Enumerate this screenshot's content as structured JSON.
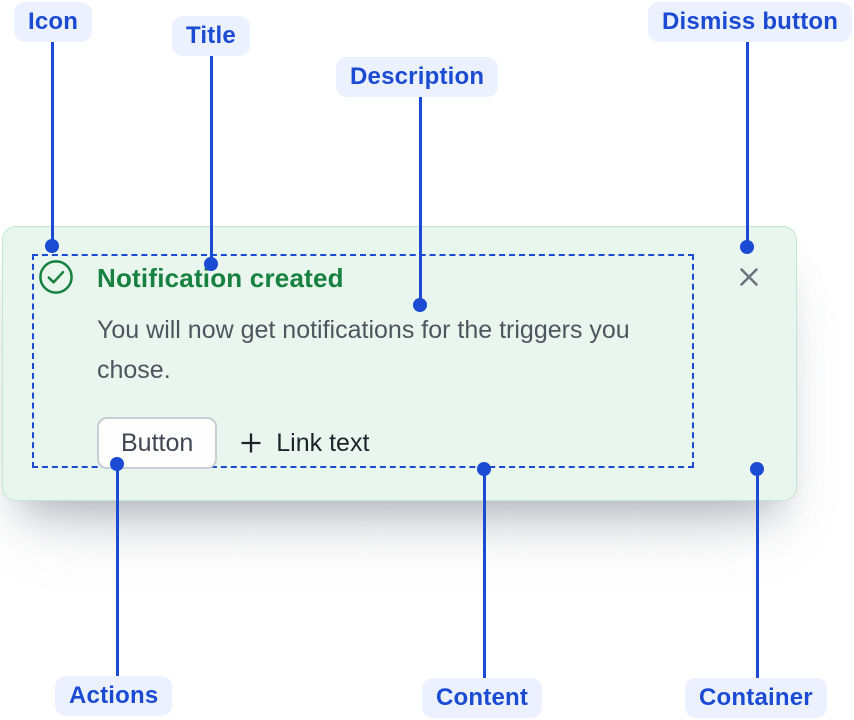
{
  "colors": {
    "accent_blue": "#1A4BD2",
    "label_pill_bg": "#EBF1FE",
    "success_green": "#17813F",
    "card_bg": "#E8F6ED",
    "card_border": "#C2E6D1",
    "description_text": "#4E5560",
    "button_border": "#C9CED6",
    "button_text": "#3F4752",
    "link_text": "#1E232B",
    "dismiss_icon_gray": "#6C737E"
  },
  "annotations": {
    "icon": {
      "label": "Icon"
    },
    "title": {
      "label": "Title"
    },
    "description": {
      "label": "Description"
    },
    "dismiss": {
      "label": "Dismiss button"
    },
    "actions": {
      "label": "Actions"
    },
    "content": {
      "label": "Content"
    },
    "container": {
      "label": "Container"
    }
  },
  "notification": {
    "title": "Notification created",
    "description": "You will now get notifications for the triggers you chose.",
    "button_label": "Button",
    "link_label": "Link text",
    "icons": {
      "status": "check-circle-icon",
      "dismiss": "close-icon",
      "link": "plus-icon"
    }
  }
}
